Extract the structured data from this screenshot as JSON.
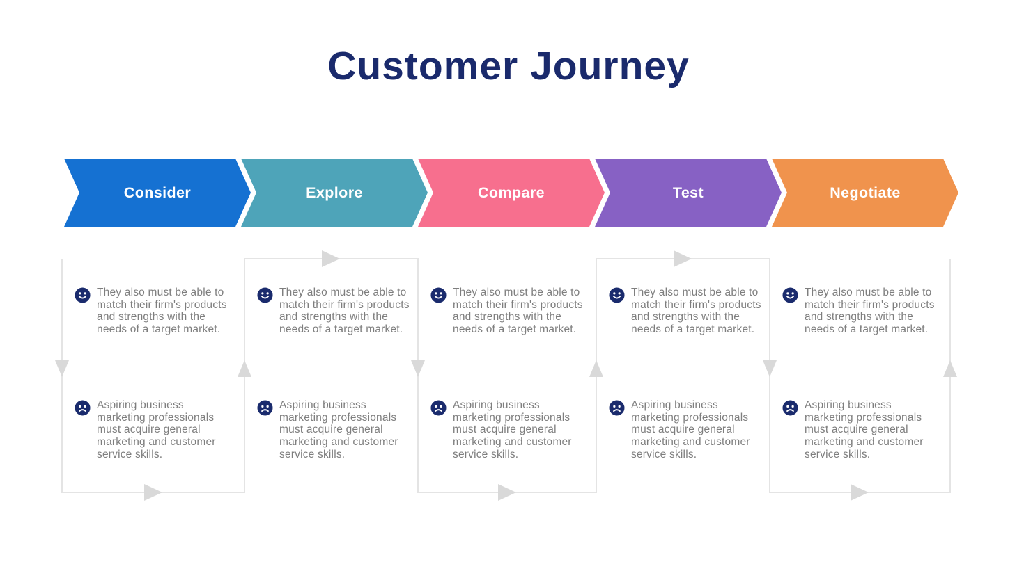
{
  "title": "Customer Journey",
  "colors": {
    "title_navy": "#1A2A6C",
    "icon_navy": "#1A2B6D",
    "body_text_gray": "#7E7E7E",
    "flow_line_gray": "#E4E4E4",
    "flow_triangle_gray": "#D9D9D9",
    "stage_label_white": "#FFFFFF"
  },
  "stages": [
    {
      "label": "Consider",
      "color": "#1571D2"
    },
    {
      "label": "Explore",
      "color": "#4EA4B9"
    },
    {
      "label": "Compare",
      "color": "#F76F8E"
    },
    {
      "label": "Test",
      "color": "#8761C4"
    },
    {
      "label": "Negotiate",
      "color": "#F0934D"
    }
  ],
  "columns": [
    {
      "happy_text": "They also must be able to match their firm's products and strengths with the needs of a target market.",
      "sad_text": "Aspiring business marketing professionals must acquire general marketing and customer service skills."
    },
    {
      "happy_text": "They also must be able to match their firm's products and strengths with the needs of a target market.",
      "sad_text": "Aspiring business marketing professionals must acquire general marketing and customer service skills."
    },
    {
      "happy_text": "They also must be able to match their firm's products and strengths with the needs of a target market.",
      "sad_text": "Aspiring business marketing professionals must acquire general marketing and customer service skills."
    },
    {
      "happy_text": "They also must be able to match their firm's products and strengths with the needs of a target market.",
      "sad_text": "Aspiring business marketing professionals must acquire general marketing and customer service skills."
    },
    {
      "happy_text": "They also must be able to match their firm's products and strengths with the needs of a target market.",
      "sad_text": "Aspiring business marketing professionals must acquire general marketing and customer service skills."
    }
  ]
}
